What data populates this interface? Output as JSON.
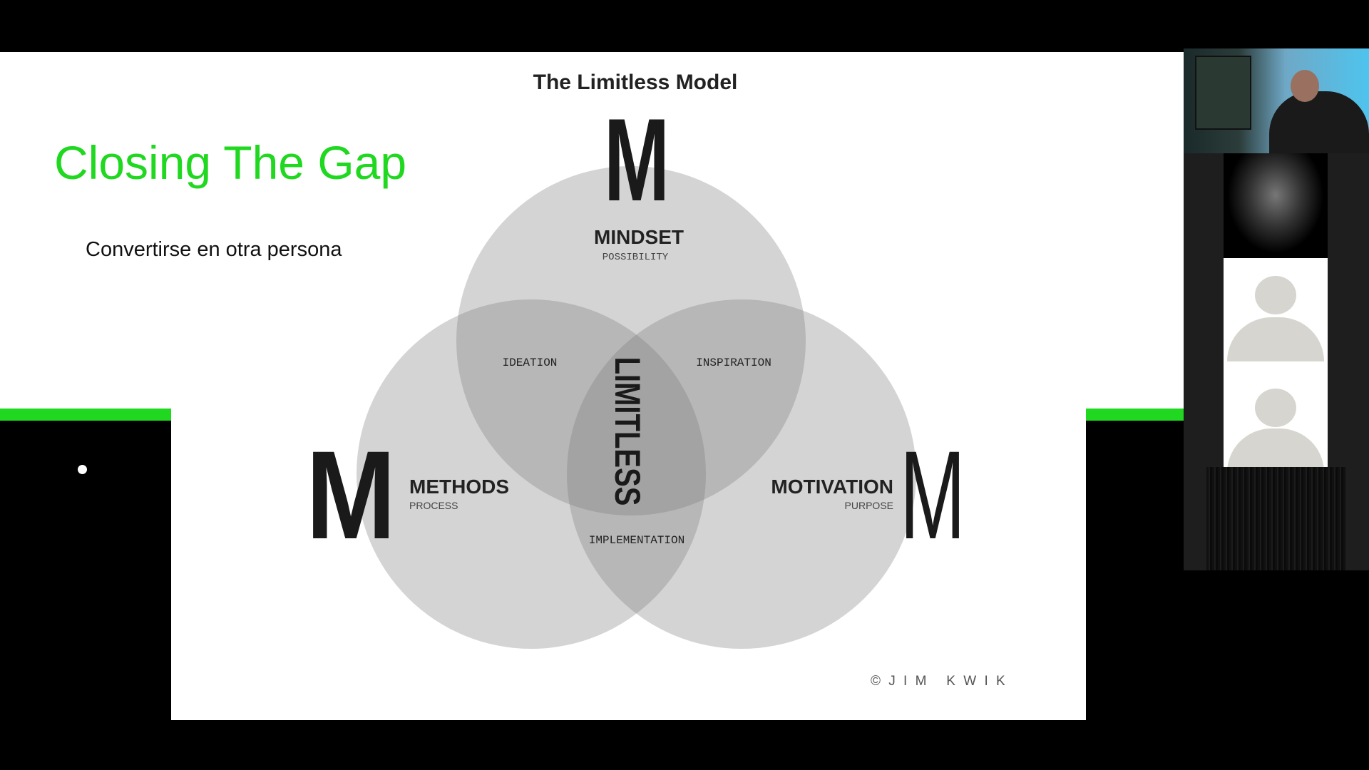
{
  "slide": {
    "heading": "Closing The Gap",
    "subheading": "Convertirse en otra persona",
    "accent_color": "#1fd81f"
  },
  "diagram": {
    "title": "The Limitless Model",
    "mindset": {
      "letter": "M",
      "label": "MINDSET",
      "sublabel": "POSSIBILITY"
    },
    "methods": {
      "letter": "M",
      "label": "METHODS",
      "sublabel": "PROCESS"
    },
    "motivation": {
      "letter": "M",
      "label": "MOTIVATION",
      "sublabel": "PURPOSE"
    },
    "overlaps": {
      "ideation": "IDEATION",
      "inspiration": "INSPIRATION",
      "implementation": "IMPLEMENTATION",
      "center": "LIMITLESS"
    },
    "credit": "© J I M   K W I K"
  },
  "participants": [
    {
      "type": "camera-video"
    },
    {
      "type": "bear-image"
    },
    {
      "type": "default-avatar"
    },
    {
      "type": "default-avatar"
    },
    {
      "type": "dark-video"
    }
  ]
}
